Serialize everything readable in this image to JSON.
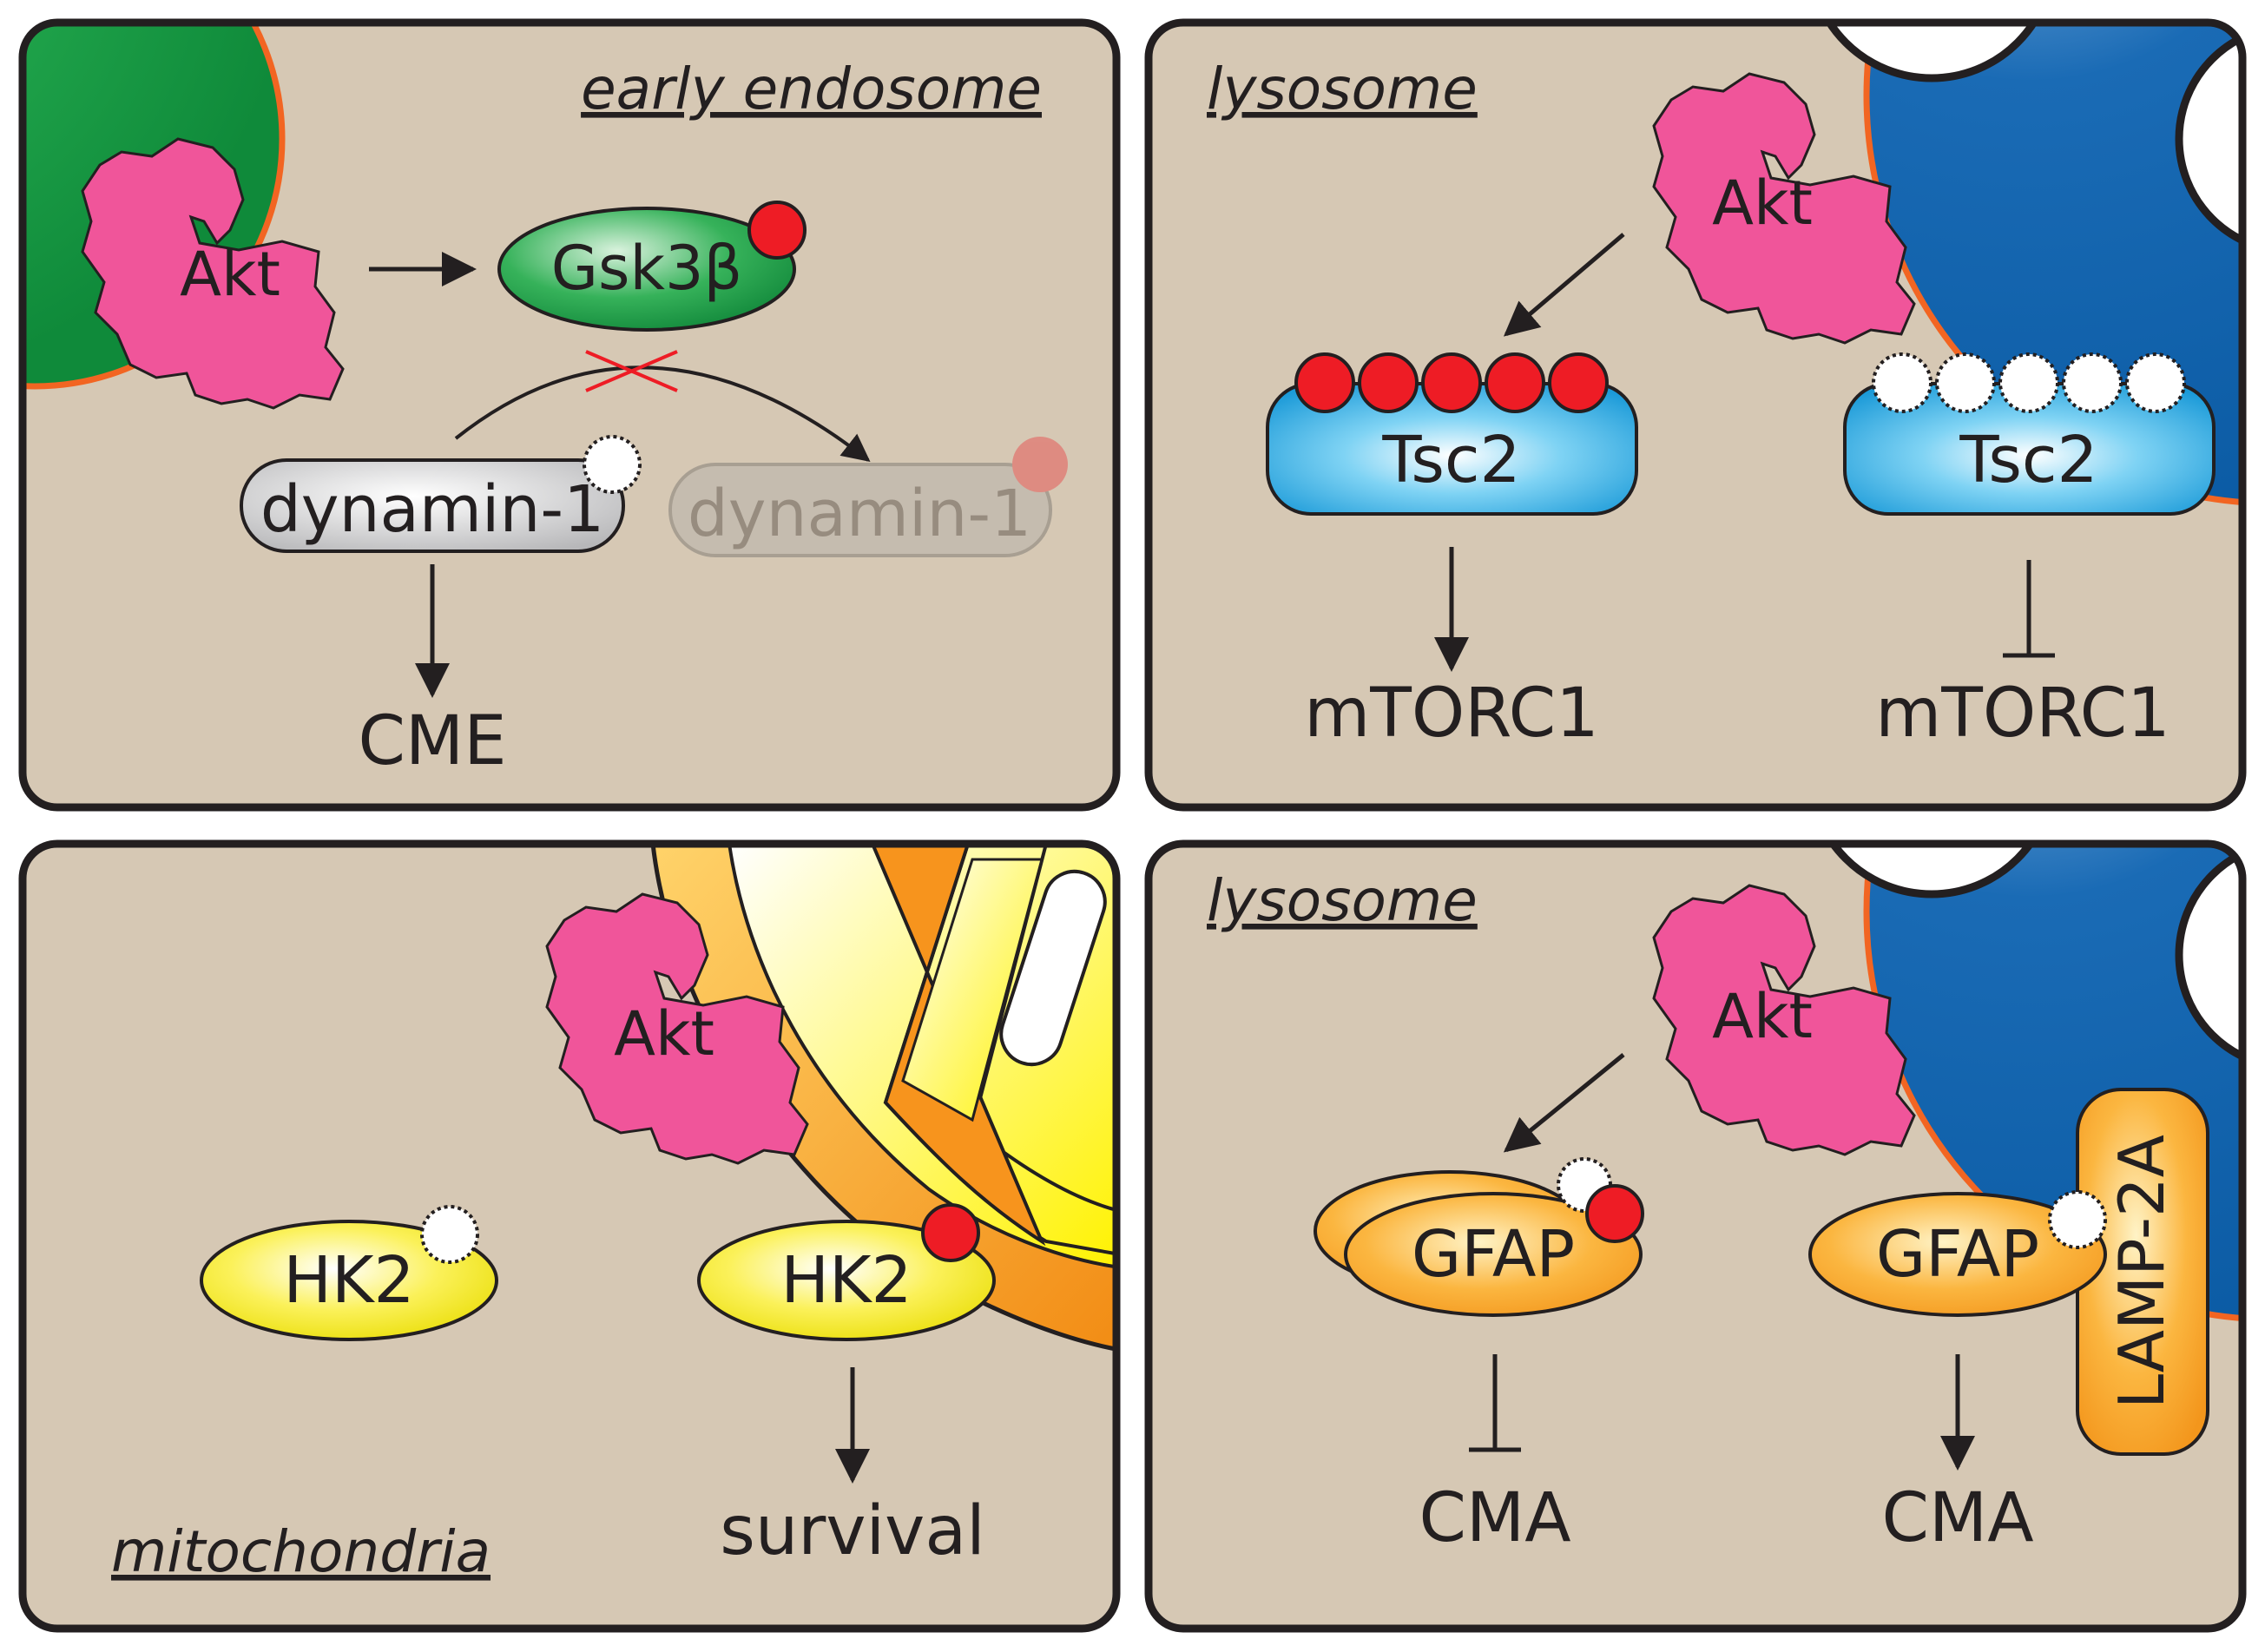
{
  "panels": {
    "endosome": {
      "location": "early endosome",
      "akt": "Akt",
      "gsk3b": "Gsk3β",
      "dynamin_active": "dynamin-1",
      "dynamin_inactive": "dynamin-1",
      "output": "CME"
    },
    "lysosome_tsc": {
      "location": "lysosome",
      "akt": "Akt",
      "tsc2_phospho": "Tsc2",
      "tsc2_unphospho": "Tsc2",
      "output_active": "mTORC1",
      "output_inhibited": "mTORC1"
    },
    "mitochondria": {
      "location": "mitochondria",
      "akt": "Akt",
      "hk2_free": "HK2",
      "hk2_bound": "HK2",
      "output": "survival"
    },
    "lysosome_gfap": {
      "location": "lysosome",
      "akt": "Akt",
      "gfap_phospho": "GFAP",
      "gfap_free": "GFAP",
      "lamp": "LAMP-2A",
      "output_inhibited": "CMA",
      "output_active": "CMA"
    }
  },
  "colors": {
    "panel_bg": "#d6c8b4",
    "akt": "#f0559a",
    "phospho": "#ee1c25",
    "lysosome": "#0d5fa8",
    "endosome": "#1aa04a",
    "mito_outer": "#f7941d",
    "mito_inner": "#fff200",
    "tsc2": "#29aae1",
    "gfap": "#f7a823",
    "hk2": "#f3e824"
  }
}
